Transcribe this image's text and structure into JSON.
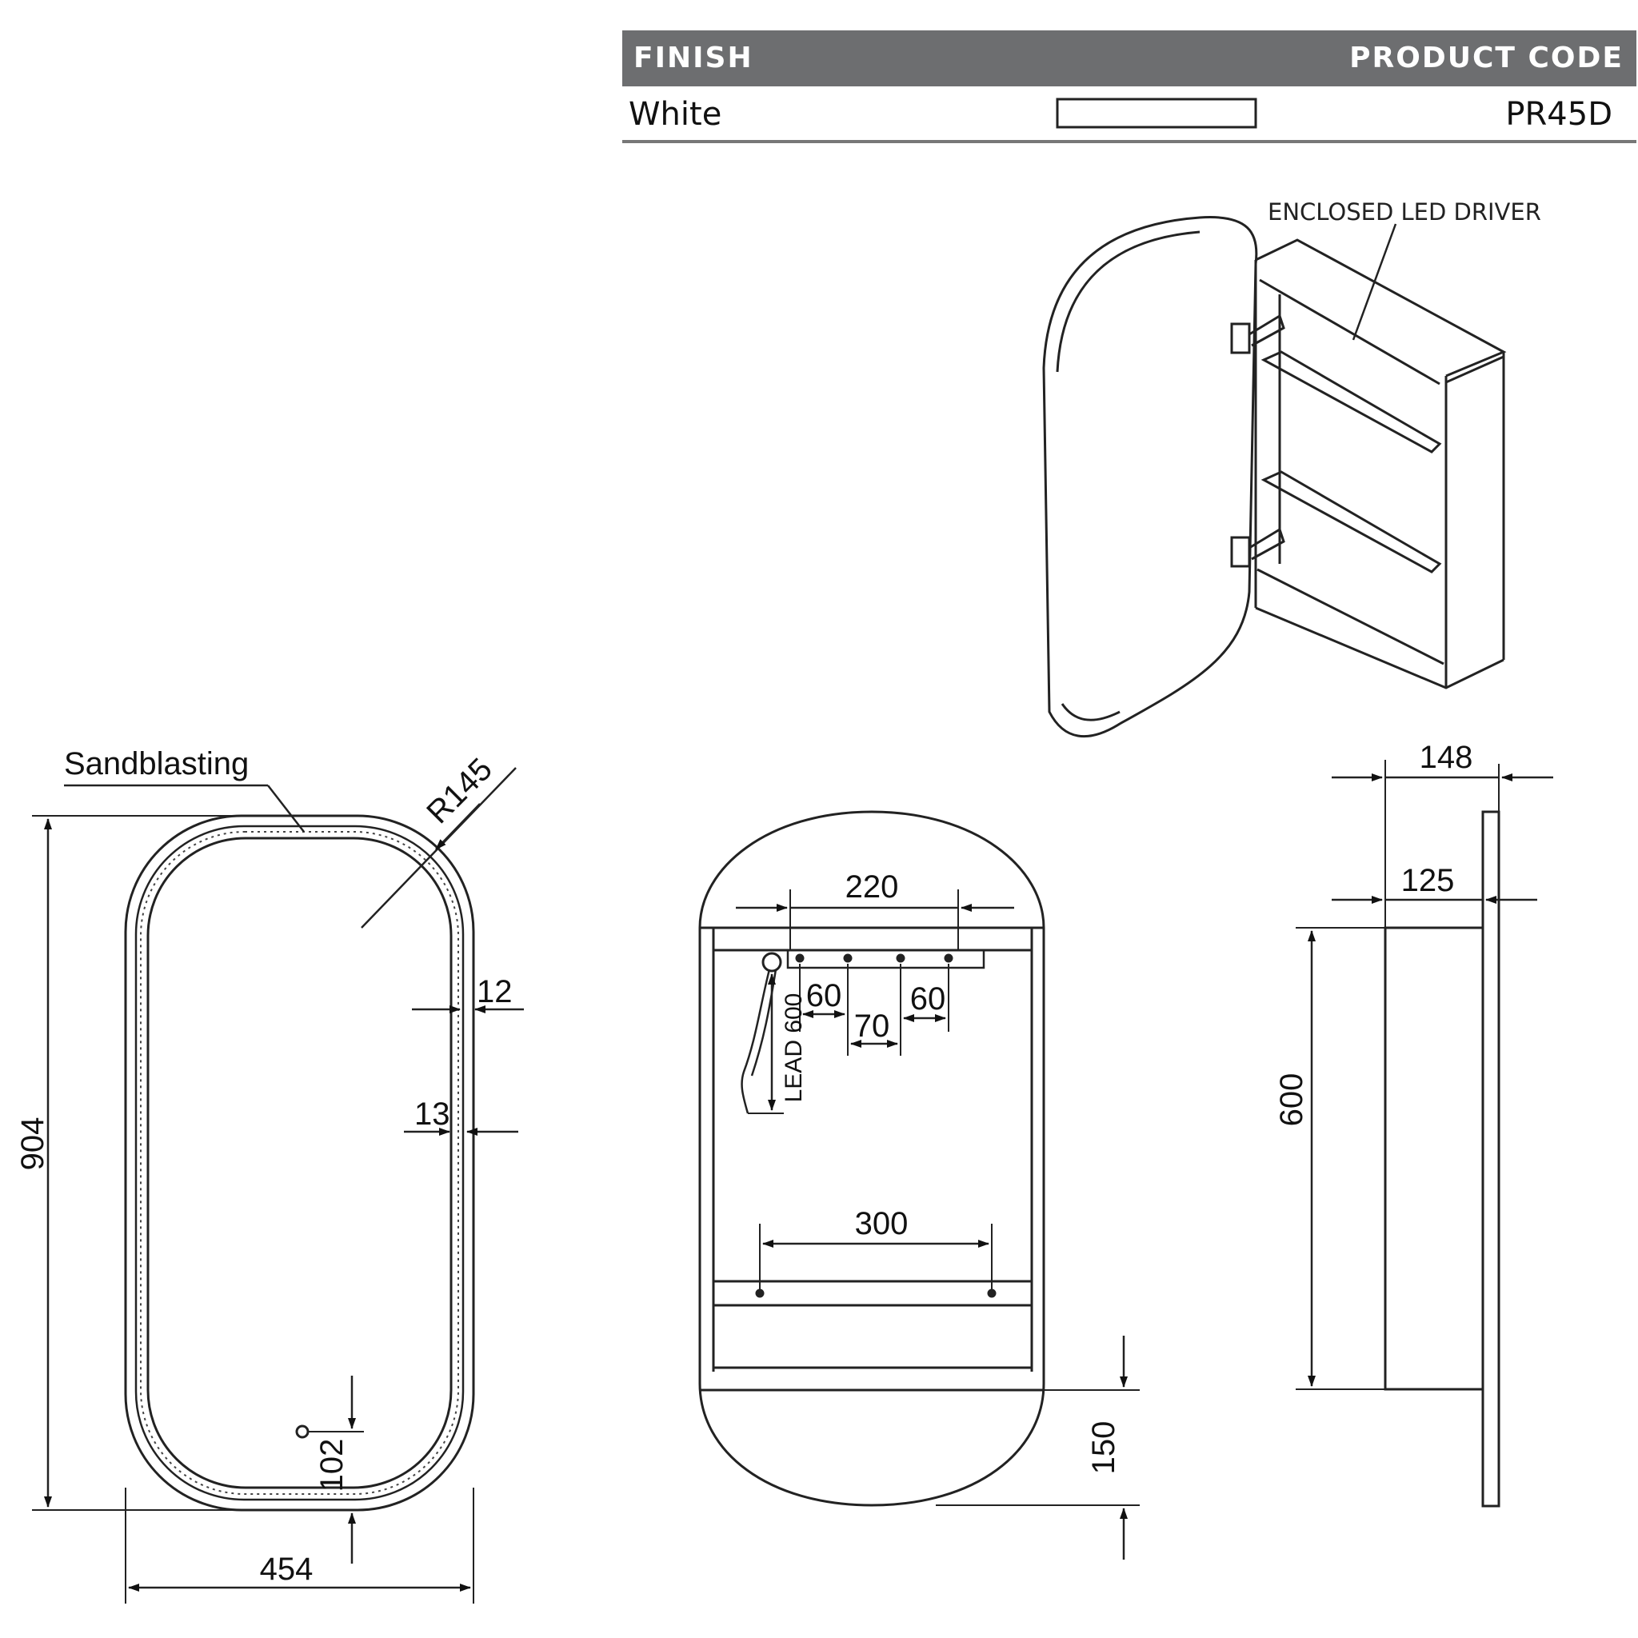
{
  "finish_table": {
    "header_finish": "FINISH",
    "header_code": "PRODUCT CODE",
    "row_finish": "White",
    "row_code": "PR45D",
    "swatch_color": "#ffffff",
    "header_color": "#6d6e70"
  },
  "iso_view": {
    "callout": "ENCLOSED LED DRIVER"
  },
  "front_view": {
    "surface_label": "Sandblasting",
    "radius": "R145",
    "height": "904",
    "width": "454",
    "border_outer": "12",
    "border_inner": "13",
    "sensor_height": "102"
  },
  "inner_view": {
    "top_width": "220",
    "hole_gap_left": "60",
    "hole_gap_mid": "70",
    "hole_gap_right": "60",
    "lead": "LEAD 600",
    "bottom_width": "300",
    "bottom_offset": "150"
  },
  "side_view": {
    "overall_depth": "148",
    "body_depth": "125",
    "body_height": "600"
  }
}
